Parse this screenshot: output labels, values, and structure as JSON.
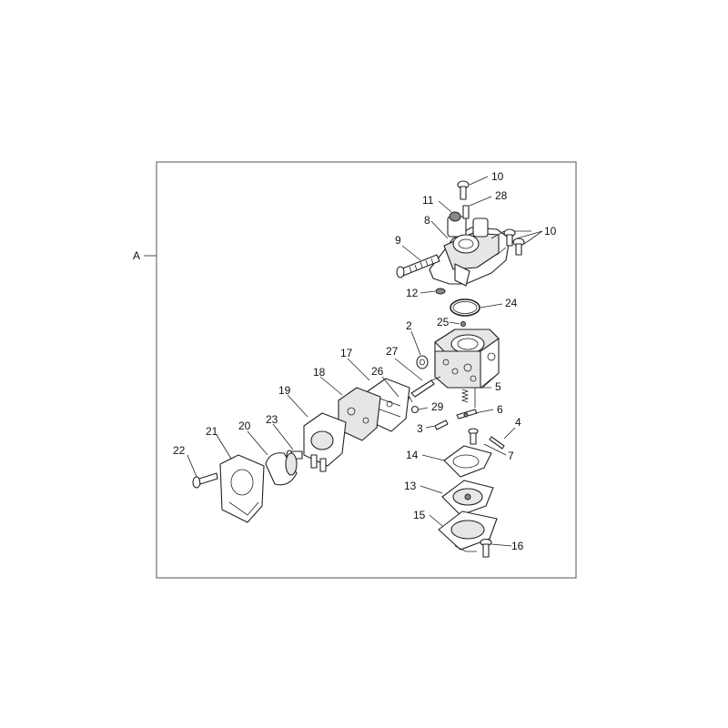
{
  "section_label": "A",
  "callouts": [
    {
      "id": "c1",
      "text": "10"
    },
    {
      "id": "c2",
      "text": "11"
    },
    {
      "id": "c3",
      "text": "28"
    },
    {
      "id": "c4",
      "text": "8"
    },
    {
      "id": "c5",
      "text": "10"
    },
    {
      "id": "c6",
      "text": "9"
    },
    {
      "id": "c7",
      "text": "12"
    },
    {
      "id": "c8",
      "text": "24"
    },
    {
      "id": "c9",
      "text": "25"
    },
    {
      "id": "c10",
      "text": "2"
    },
    {
      "id": "c11",
      "text": "27"
    },
    {
      "id": "c12",
      "text": "17"
    },
    {
      "id": "c13",
      "text": "18"
    },
    {
      "id": "c14",
      "text": "26"
    },
    {
      "id": "c15",
      "text": "5"
    },
    {
      "id": "c16",
      "text": "19"
    },
    {
      "id": "c17",
      "text": "29"
    },
    {
      "id": "c18",
      "text": "6"
    },
    {
      "id": "c19",
      "text": "4"
    },
    {
      "id": "c20",
      "text": "3"
    },
    {
      "id": "c21",
      "text": "21"
    },
    {
      "id": "c22",
      "text": "20"
    },
    {
      "id": "c23",
      "text": "23"
    },
    {
      "id": "c24",
      "text": "22"
    },
    {
      "id": "c25",
      "text": "14"
    },
    {
      "id": "c26",
      "text": "7"
    },
    {
      "id": "c27",
      "text": "13"
    },
    {
      "id": "c28",
      "text": "15"
    },
    {
      "id": "c29",
      "text": "16"
    }
  ]
}
